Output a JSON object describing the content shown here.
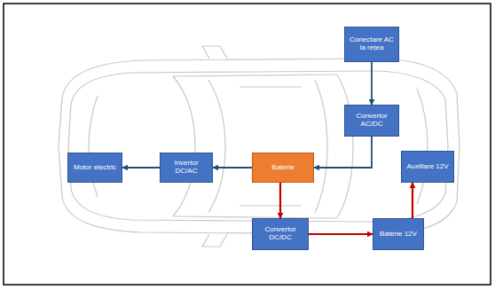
{
  "diagram": {
    "nodes": [
      {
        "text": [
          "Conectare AC la rețea"
        ]
      },
      {
        "text": [
          "Convertor AC/DC"
        ]
      },
      {
        "text": [
          "Motor electric"
        ]
      },
      {
        "text": [
          "Invertor DC/AC"
        ]
      },
      {
        "text": [
          "Baterie"
        ]
      },
      {
        "text": [
          "Auxiliare 12V"
        ]
      },
      {
        "text": [
          "Convertor DC/DC"
        ]
      },
      {
        "text": [
          "Baterie 12V"
        ]
      }
    ],
    "edges": [
      {
        "from": 0,
        "to": 1,
        "arrow": "to"
      },
      {
        "from": 1,
        "to": 4,
        "arrow": "to"
      },
      {
        "from": 4,
        "to": 3,
        "arrow": "to"
      },
      {
        "from": 3,
        "to": 2,
        "arrow": "to"
      },
      {
        "from": 4,
        "to": 6,
        "arrow": "to"
      },
      {
        "from": 6,
        "to": 7,
        "arrow": "to"
      },
      {
        "from": 7,
        "to": 5,
        "arrow": "to"
      }
    ]
  }
}
